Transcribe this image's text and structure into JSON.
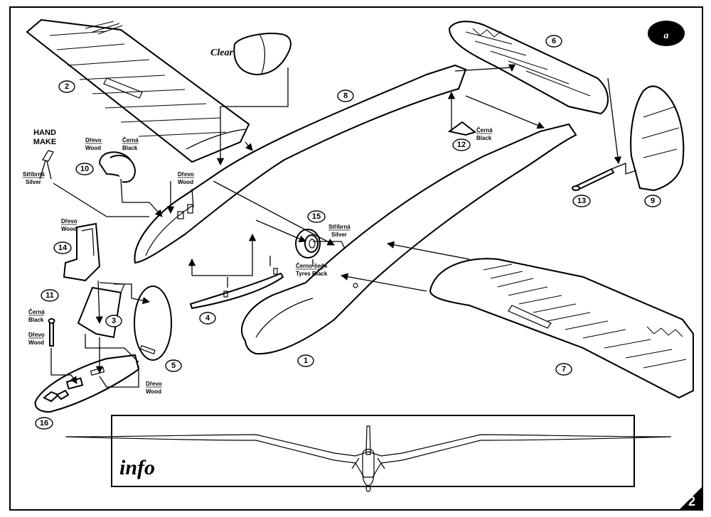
{
  "brand_badge": "a",
  "page_number": "2",
  "clear_label": "Clear",
  "hand_make": [
    "HAND",
    "MAKE"
  ],
  "info_label": "info",
  "part_numbers": {
    "p1": "1",
    "p2": "2",
    "p3": "3",
    "p4": "4",
    "p5": "5",
    "p6": "6",
    "p7": "7",
    "p8": "8",
    "p9": "9",
    "p10": "10",
    "p11": "11",
    "p12": "12",
    "p13": "13",
    "p14": "14",
    "p15": "15",
    "p16": "16"
  },
  "color_labels": {
    "wood": [
      "Dřevo",
      "Wood"
    ],
    "black": [
      "Černá",
      "Black"
    ],
    "silver": [
      "Stříbrná",
      "Silver"
    ],
    "tyres": [
      "Černo-šedá",
      "Tyres Black"
    ]
  },
  "colors": {
    "ink": "#000000",
    "paper": "#ffffff"
  }
}
